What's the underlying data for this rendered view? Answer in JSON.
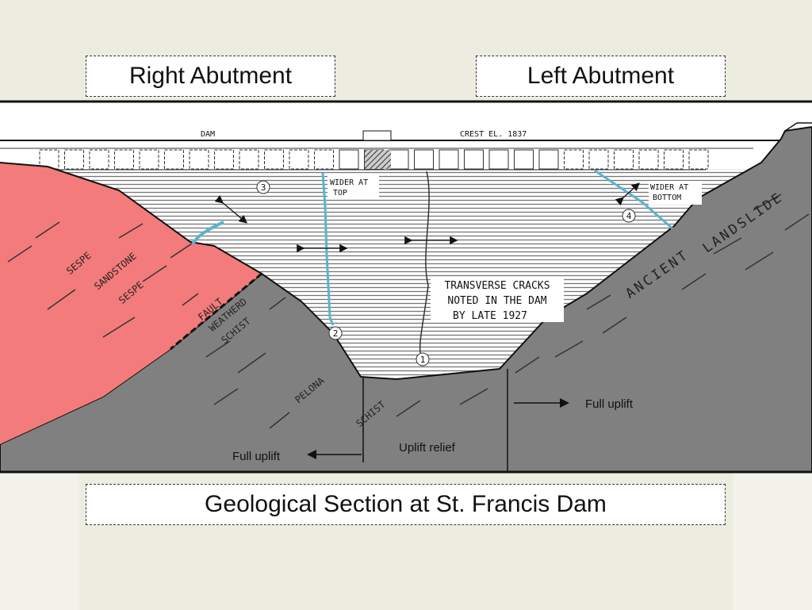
{
  "labels": {
    "right_abutment": "Right Abutment",
    "left_abutment": "Left Abutment",
    "caption": "Geological Section at St. Francis Dam"
  },
  "diagram": {
    "dam": "DAM",
    "crest": "CREST EL. 1837",
    "wider_top_1": "WIDER AT",
    "wider_top_2": "TOP",
    "wider_bottom_1": "WIDER AT",
    "wider_bottom_2": "BOTTOM",
    "cracks_1": "TRANSVERSE CRACKS",
    "cracks_2": "NOTED IN THE DAM",
    "cracks_3": "BY LATE 1927",
    "crack_numbers": [
      "1",
      "2",
      "3",
      "4"
    ],
    "sespe_1": "SESPE",
    "sandstone": "SANDSTONE",
    "sespe_2": "SESPE",
    "fault": "FAULT",
    "weatherd": "WEATHERD",
    "schist_1": "SCHIST",
    "pelona": "PELONA",
    "schist_2": "SCHIST",
    "ancient": "ANCIENT",
    "landslide": "LANDSLIDE",
    "full_uplift_left": "Full uplift",
    "uplift_relief": "Uplift relief",
    "full_uplift_right": "Full uplift"
  },
  "colors": {
    "sandstone": "#f47b7b",
    "schist": "#808080",
    "crack": "#5ab4cc",
    "background": "#edece1"
  }
}
